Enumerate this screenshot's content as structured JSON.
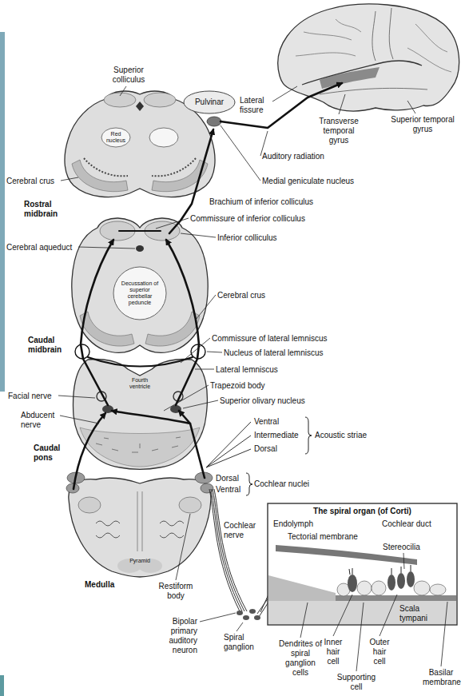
{
  "diagram": {
    "nodes": [
      {
        "text": [
          "Rostral midbrain",
          "Red nucleus"
        ]
      },
      {
        "text": [
          "Caudal midbrain",
          "Decussation of superior cerebellar peduncle"
        ]
      },
      {
        "text": [
          "Caudal pons",
          "Fourth ventricle"
        ]
      },
      {
        "text": [
          "Medulla",
          "Pyramid"
        ]
      },
      {
        "text": [
          "The spiral organ (of Corti)",
          "Cochlear duct",
          "Endolymph",
          "Tectorial membrane",
          "Stereocilia",
          "Scala tympani"
        ]
      }
    ],
    "labels": [
      "Superior colliculus",
      "Pulvinar",
      "Lateral fissure",
      "Transverse temporal gyrus",
      "Superior temporal gyrus",
      "Auditory radiation",
      "Medial geniculate nucleus",
      "Cerebral crus",
      "Brachium of inferior colliculus",
      "Commissure of inferior colliculus",
      "Inferior colliculus",
      "Cerebral aqueduct",
      "Cerebral crus",
      "Commissure of lateral lemniscus",
      "Nucleus of lateral lemniscus",
      "Lateral lemniscus",
      "Trapezoid body",
      "Superior olivary nucleus",
      "Facial nerve",
      "Abducent nerve",
      "Ventral",
      "Intermediate",
      "Dorsal",
      "Acoustic striae",
      "Dorsal",
      "Ventral",
      "Cochlear nuclei",
      "Cochlear nerve",
      "Restiform body",
      "Bipolar primary auditory neuron",
      "Spiral ganglion",
      "Dendrites of spiral ganglion cells",
      "Inner hair cell",
      "Outer hair cell",
      "Supporting cell",
      "Basilar membrane"
    ]
  }
}
